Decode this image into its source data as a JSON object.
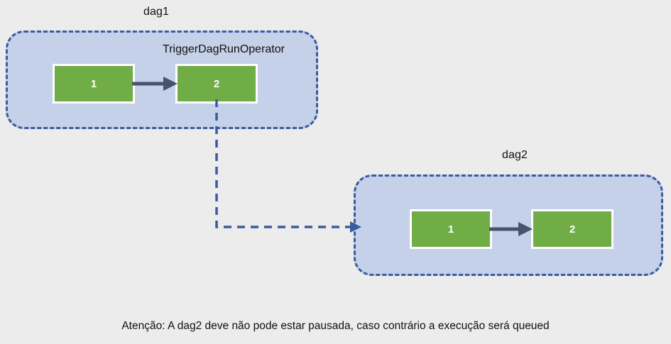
{
  "diagram": {
    "background_color": "#ECECEC",
    "note": "Atenção: A dag2 deve não pode estar pausada, caso contrário a execução será queued",
    "groups": [
      {
        "id": "dag1",
        "label": "dag1",
        "fill_color": "#C5D1E8",
        "border_color": "#3A5BA0",
        "border_style": "dashed",
        "annotation": "TriggerDagRunOperator",
        "tasks": [
          {
            "id": "dag1-task-1",
            "label": "1",
            "color": "#70AD47"
          },
          {
            "id": "dag1-task-2",
            "label": "2",
            "color": "#70AD47"
          }
        ]
      },
      {
        "id": "dag2",
        "label": "dag2",
        "fill_color": "#C5D1E8",
        "border_color": "#3A5BA0",
        "border_style": "dashed",
        "tasks": [
          {
            "id": "dag2-task-1",
            "label": "1",
            "color": "#70AD47"
          },
          {
            "id": "dag2-task-2",
            "label": "2",
            "color": "#70AD47"
          }
        ]
      }
    ],
    "edges": [
      {
        "id": "dag1-edge",
        "from": "dag1-task-1",
        "to": "dag1-task-2",
        "style": "solid",
        "color": "#44546A"
      },
      {
        "id": "dag2-edge",
        "from": "dag2-task-1",
        "to": "dag2-task-2",
        "style": "solid",
        "color": "#44546A"
      },
      {
        "id": "trigger-edge",
        "from": "dag1-task-2",
        "to": "dag2",
        "style": "dashed",
        "color": "#3A5BA0"
      }
    ]
  }
}
